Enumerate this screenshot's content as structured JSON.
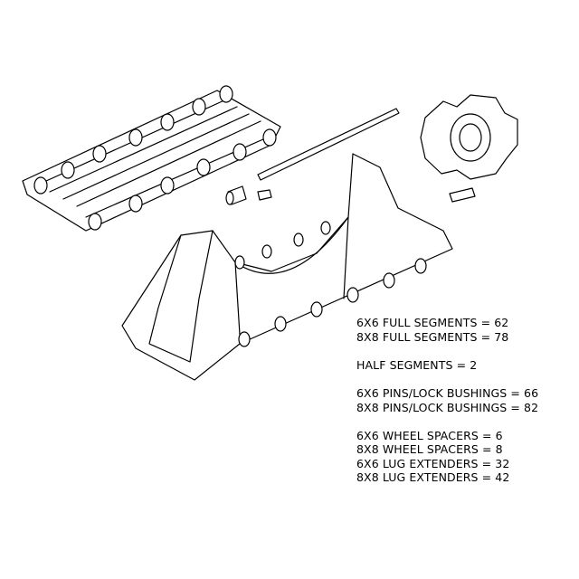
{
  "parts_list": [
    "6X6 FULL SEGMENTS = 62",
    "8X8 FULL SEGMENTS = 78",
    "HALF SEGMENTS = 2",
    "6X6 PINS/LOCK BUSHINGS = 66",
    "8X8 PINS/LOCK BUSHINGS = 82",
    "6X6 WHEEL SPACERS = 6",
    "8X8 WHEEL SPACERS = 8",
    "6X6 LUG EXTENDERS = 32",
    "8X8 LUG EXTENDERS = 42"
  ],
  "components": [
    "full-track-segment",
    "pin-rod",
    "lock-bushing",
    "wheel-spacer",
    "lug-extender-pin",
    "half-segment"
  ]
}
